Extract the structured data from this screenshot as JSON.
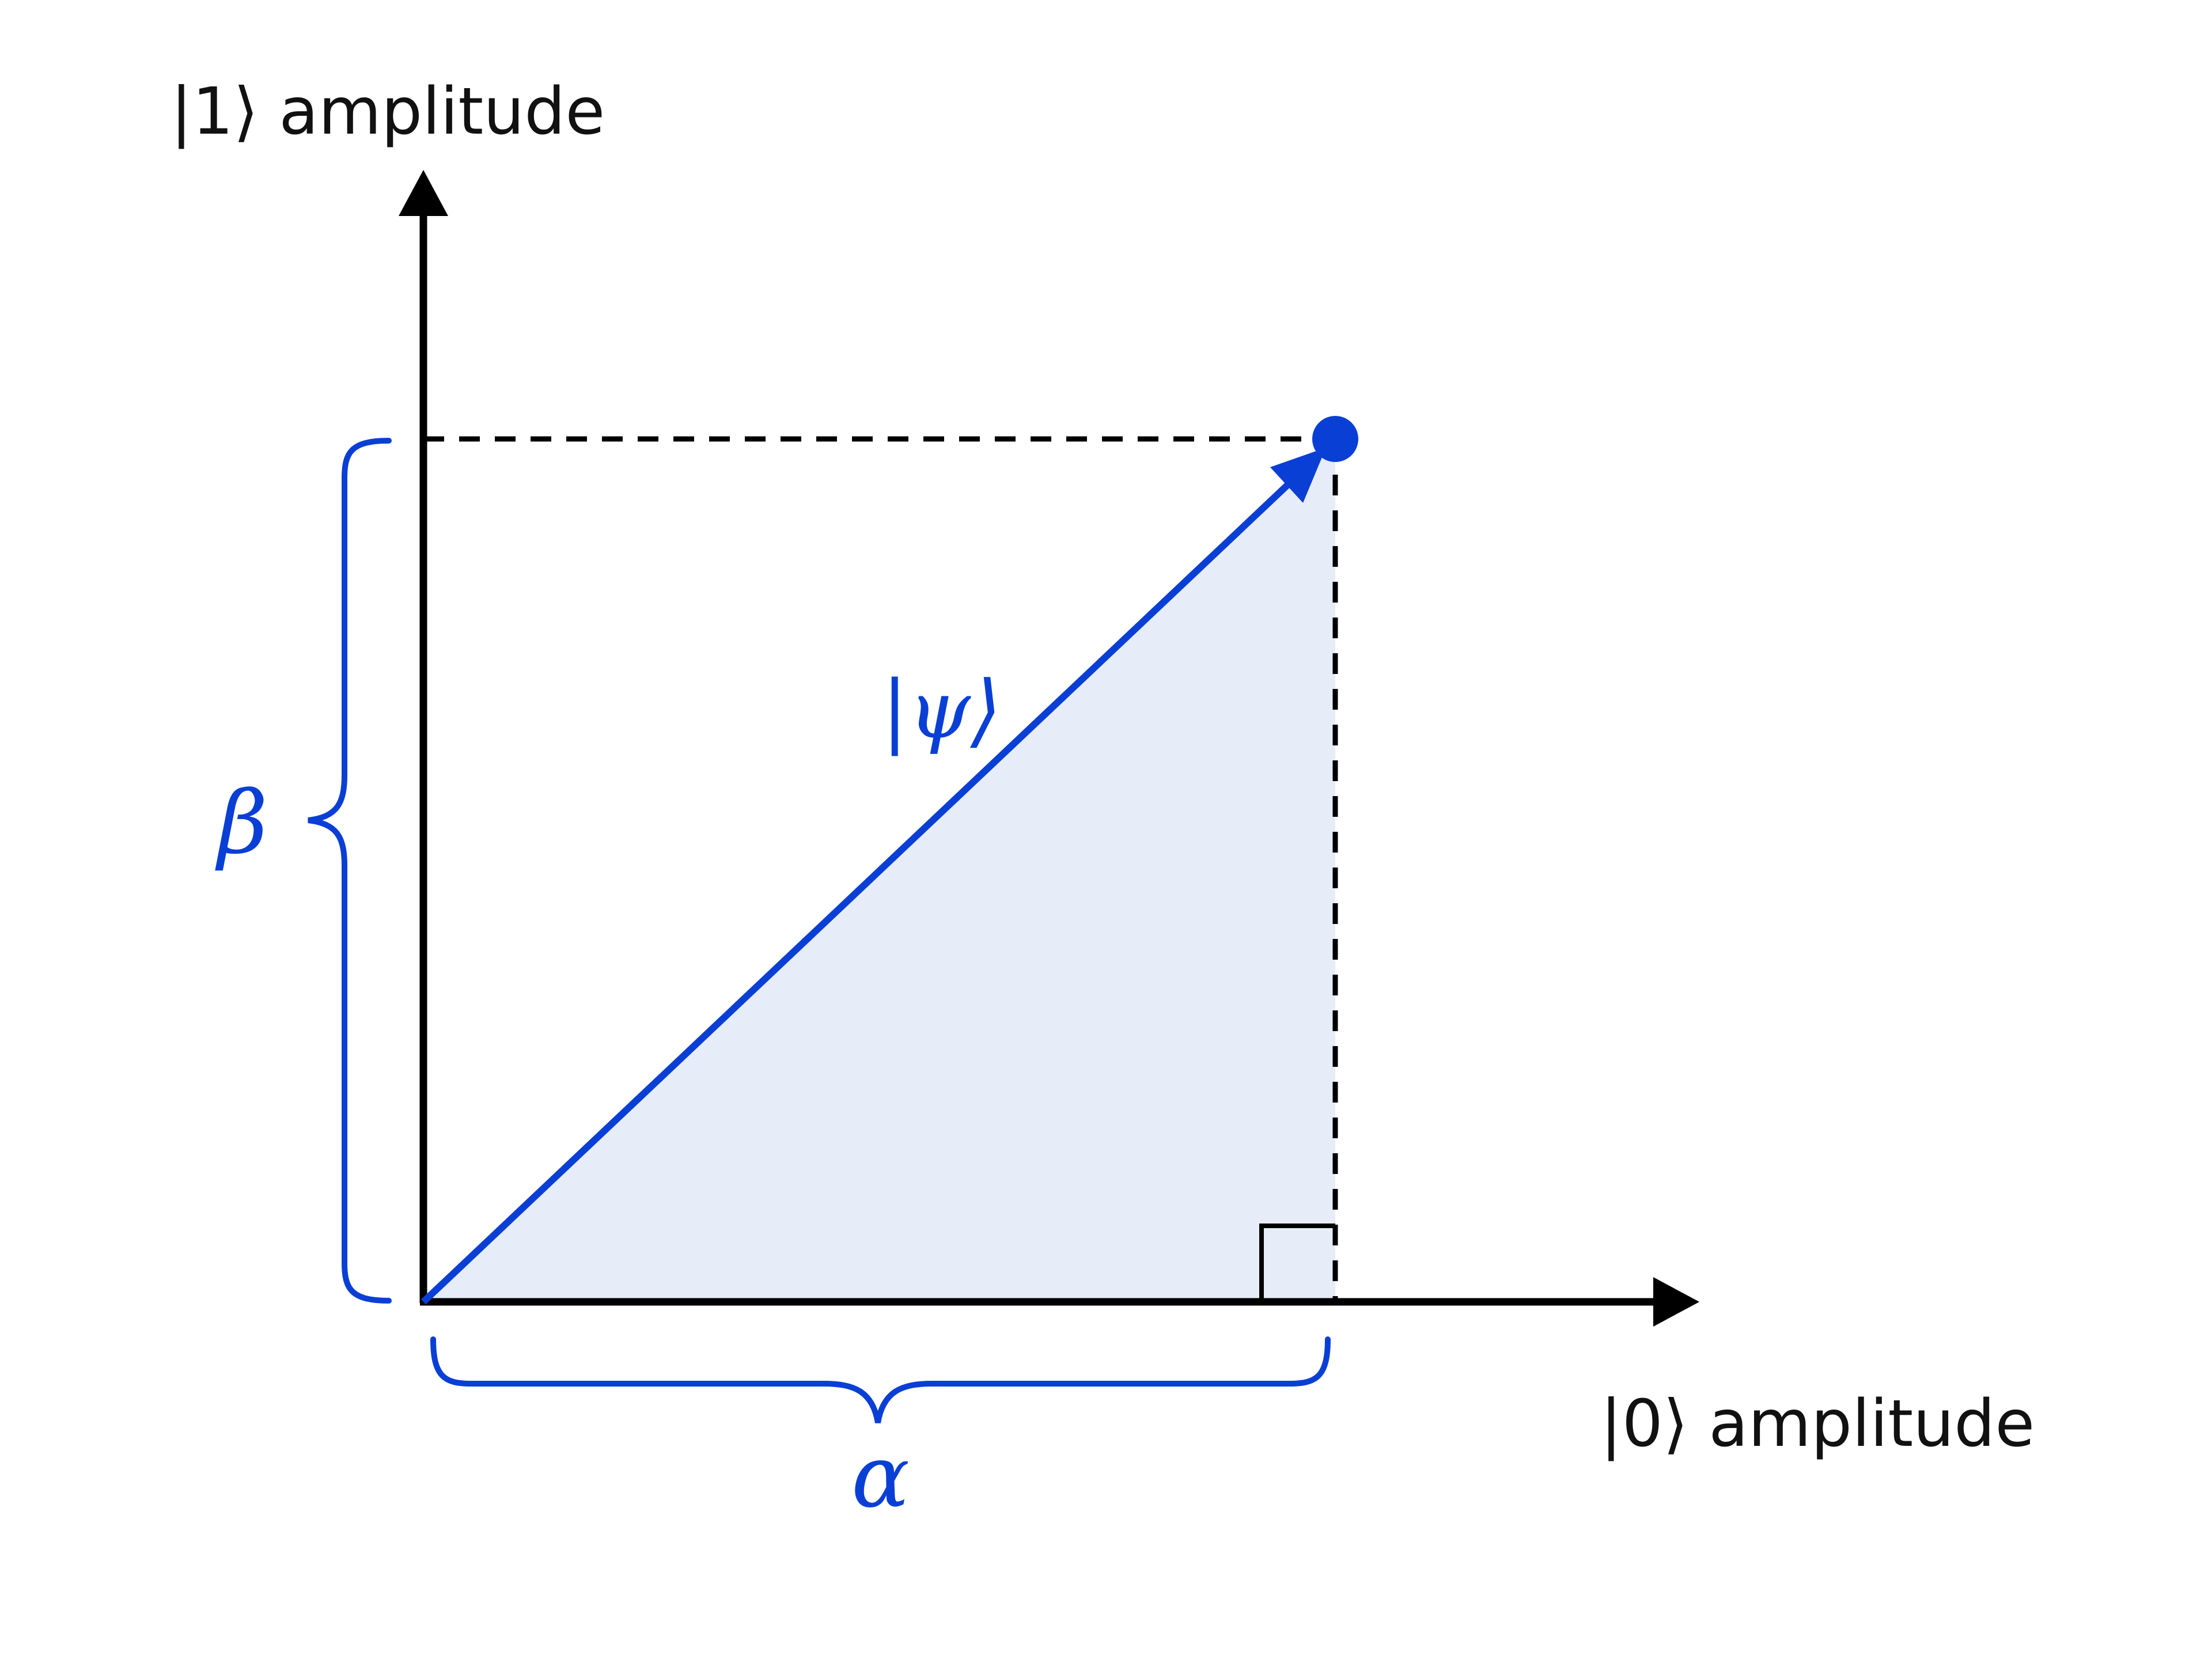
{
  "labels": {
    "y_axis": "|1⟩ amplitude",
    "x_axis": "|0⟩ amplitude",
    "vector": "|ψ⟩",
    "beta": "β",
    "alpha": "α"
  },
  "colors": {
    "axis": "#000000",
    "vector": "#0a3fd6",
    "fill": "#e6edf9",
    "text": "#111111"
  }
}
